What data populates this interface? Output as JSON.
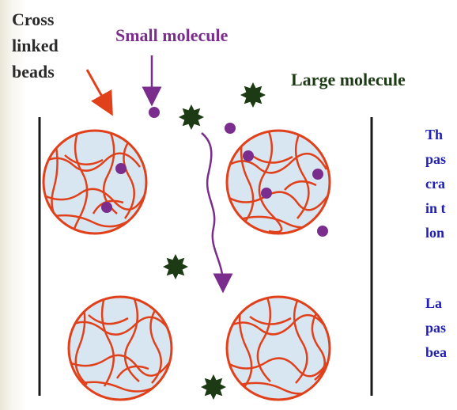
{
  "labels": {
    "cross_linked": [
      "Cross",
      "linked",
      "beads"
    ],
    "small_molecule": "Small molecule",
    "large_molecule": "Large molecule"
  },
  "text_right": {
    "para1": [
      "Th",
      "pas",
      "cra",
      "in t",
      "lon"
    ],
    "para2": [
      "La",
      "pas",
      "bea"
    ]
  },
  "colors": {
    "bead_fill": "#d8e6f2",
    "bead_stroke": "#e0401a",
    "small_molecule": "#7b2d8e",
    "large_molecule": "#1c3a14",
    "column_wall": "#1a1a1a",
    "pointer_arrow": "#e0401a",
    "blue_text": "#1f1fb8"
  }
}
